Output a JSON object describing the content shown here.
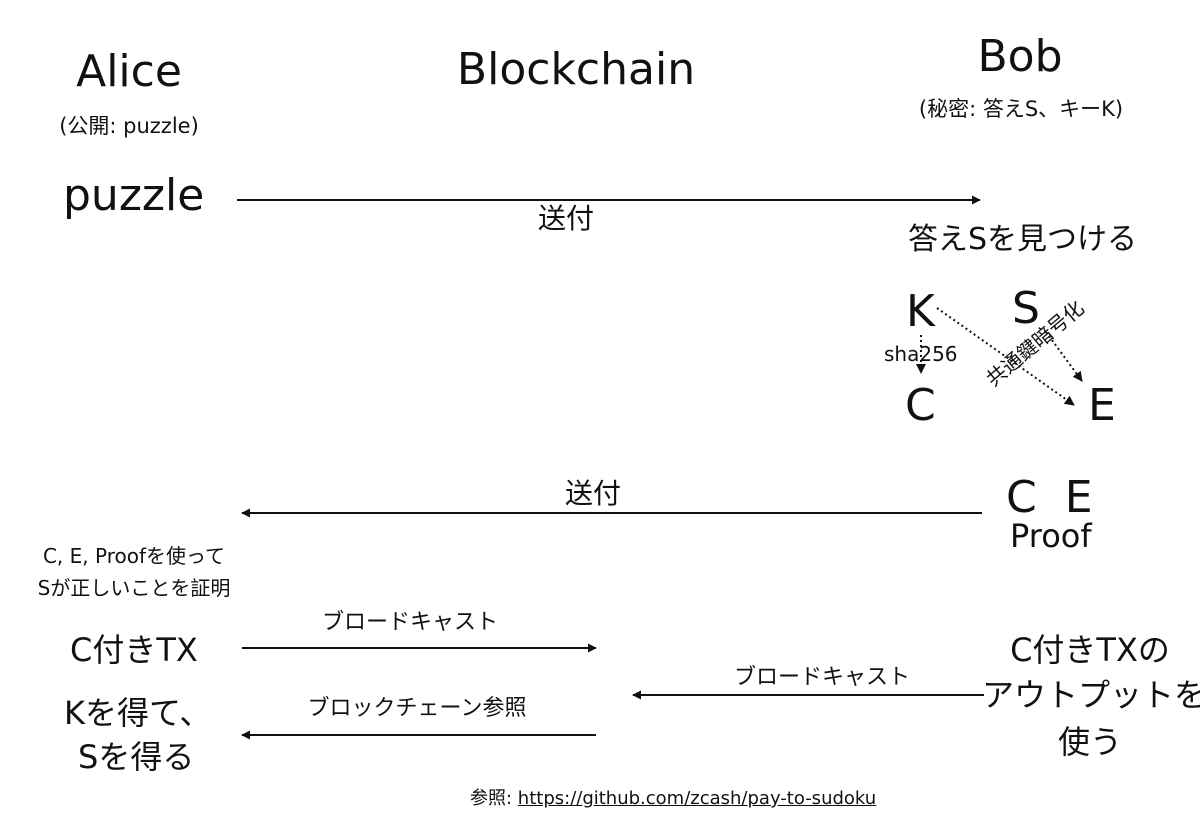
{
  "columns": {
    "alice": "Alice",
    "alice_note": "(公開: puzzle)",
    "blockchain": "Blockchain",
    "bob": "Bob",
    "bob_note": "(秘密: 答えS、キーK)"
  },
  "step1": {
    "left": "puzzle",
    "arrow_label": "送付",
    "right": "答えSを見つける"
  },
  "crypto": {
    "k": "K",
    "s": "S",
    "c": "C",
    "e": "E",
    "hash_label": "sha256",
    "enc_label": "共通鍵暗号化"
  },
  "step2": {
    "right_line1": "C  E",
    "right_line2": "Proof",
    "arrow_label": "送付",
    "left_line1": "C, E, Proofを使って",
    "left_line2": "Sが正しいことを証明"
  },
  "step3": {
    "left": "C付きTX",
    "arrow_label": "ブロードキャスト"
  },
  "step4": {
    "right_line1": "C付きTXの",
    "right_line2": "アウトプットを",
    "right_line3": "使う",
    "arrow_label": "ブロードキャスト"
  },
  "step5": {
    "left_line1": "Kを得て、",
    "left_line2": "Sを得る",
    "arrow_label": "ブロックチェーン参照"
  },
  "reference": {
    "prefix": "参照: ",
    "url": "https://github.com/zcash/pay-to-sudoku"
  }
}
